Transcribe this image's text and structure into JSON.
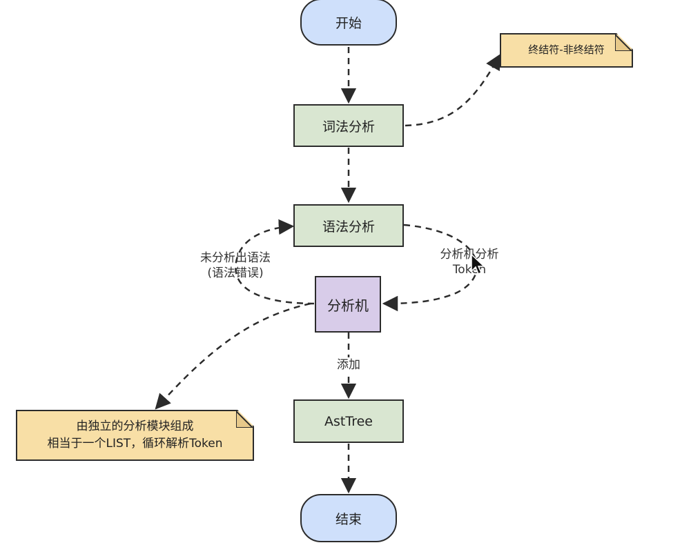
{
  "nodes": {
    "start": "开始",
    "lexical": "词法分析",
    "syntax": "语法分析",
    "analyzer": "分析机",
    "asttree": "AstTree",
    "end": "结束"
  },
  "notes": {
    "terminals": "终结符-非终结符",
    "modules_line1": "由独立的分析模块组成",
    "modules_line2": "相当于一个LIST，循环解析Token"
  },
  "edge_labels": {
    "failed_line1": "未分析出语法",
    "failed_line2": "(语法错误)",
    "token_line1": "分析机分析",
    "token_line2": "Token",
    "add": "添加"
  },
  "colors": {
    "terminal_fill": "#cfe0fb",
    "process_fill": "#d9e6d1",
    "analyzer_fill": "#d8cce9",
    "note_fill": "#f8dfa6",
    "stroke": "#2b2b2b"
  }
}
